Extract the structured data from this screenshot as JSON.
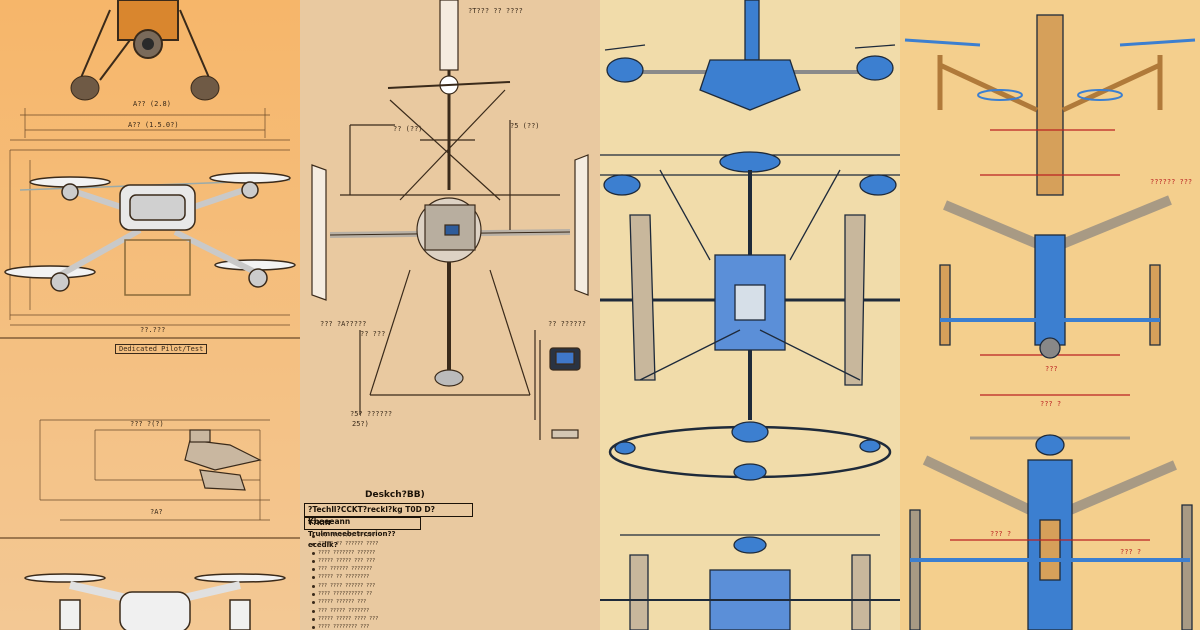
{
  "panels": {
    "p1": {
      "dim_top": "A?? (2.8)",
      "dim_mid": "A?? (1.5.0?)",
      "dim_bottom": "??.???",
      "caption_box": "Dedicated Pilot/Test",
      "dim_small": "??? ?(?)",
      "dim_misc": "?A?"
    },
    "p2": {
      "note_top": "?T??? ?? ????",
      "dim_left": "?? (??)",
      "dim_right": "?5 (??)",
      "dim_bottom_left": "??? ?A?????",
      "dim_bottom_left2": "?? ???",
      "dim_bottom_right": "?? ??????",
      "dim_low1": "?5? ??????",
      "dim_low2": "25?)",
      "spec_title": "Deskch?BB)",
      "spec_header1": "?Techll?CCKT?reckl?kg  T0D  D?Kbeeeann",
      "spec_header2": "T?KIN Trulmmeebetrcsrion??ecedlk?",
      "spec_lines": [
        "??? ???????? ??????",
        "????? ?? ?????? ????",
        "???? ??????? ??????",
        "????? ????? ??? ???",
        "??? ?????? ???????",
        "????? ?? ????????",
        "??? ???? ?????? ???",
        "???? ?????????? ??",
        "????? ?????? ???",
        "??? ????? ???????",
        "????? ????? ???? ???",
        "???? ???????? ???"
      ]
    },
    "p4": {
      "dim_right": "?????? ???",
      "dim_mid": "???",
      "dim_low": "??? ?",
      "dim_a": "??? ?",
      "dim_b": "??? ?"
    }
  }
}
